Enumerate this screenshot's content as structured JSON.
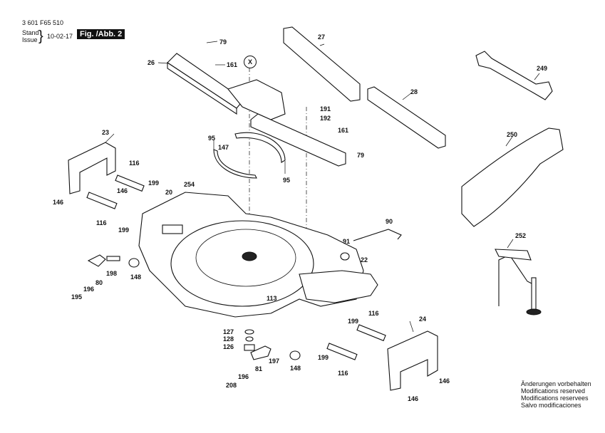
{
  "header": {
    "part_no": "3 601 F65 510",
    "stand_label": "Stand",
    "issue_label": "Issue",
    "date": "10-02-17",
    "figure": "Fig. /Abb. 2"
  },
  "callouts": {
    "c79a": "79",
    "c26": "26",
    "c161a": "161",
    "cx": "X",
    "c27": "27",
    "c249": "249",
    "c28": "28",
    "c191": "191",
    "c192": "192",
    "c161b": "161",
    "c79b": "79",
    "c23": "23",
    "c95a": "95",
    "c147": "147",
    "c95b": "95",
    "c250": "250",
    "c116a": "116",
    "c199a": "199",
    "c146a": "146",
    "c254": "254",
    "c20": "20",
    "c146b": "146",
    "c116b": "116",
    "c199b": "199",
    "c90": "90",
    "c91": "91",
    "c22": "22",
    "c252": "252",
    "c148a": "148",
    "c198": "198",
    "c80": "80",
    "c195": "195",
    "c196a": "196",
    "c113": "113",
    "c116c": "116",
    "c24": "24",
    "c199c": "199",
    "c127": "127",
    "c128": "128",
    "c126": "126",
    "c197": "197",
    "c199d": "199",
    "c148b": "148",
    "c81": "81",
    "c116d": "116",
    "c196b": "196",
    "c208": "208",
    "c146c": "146",
    "c146d": "146"
  },
  "notes": [
    "Änderungen vorbehalten",
    "Modifications reserved",
    "Modifications reservees",
    "Salvo modificaciones"
  ]
}
